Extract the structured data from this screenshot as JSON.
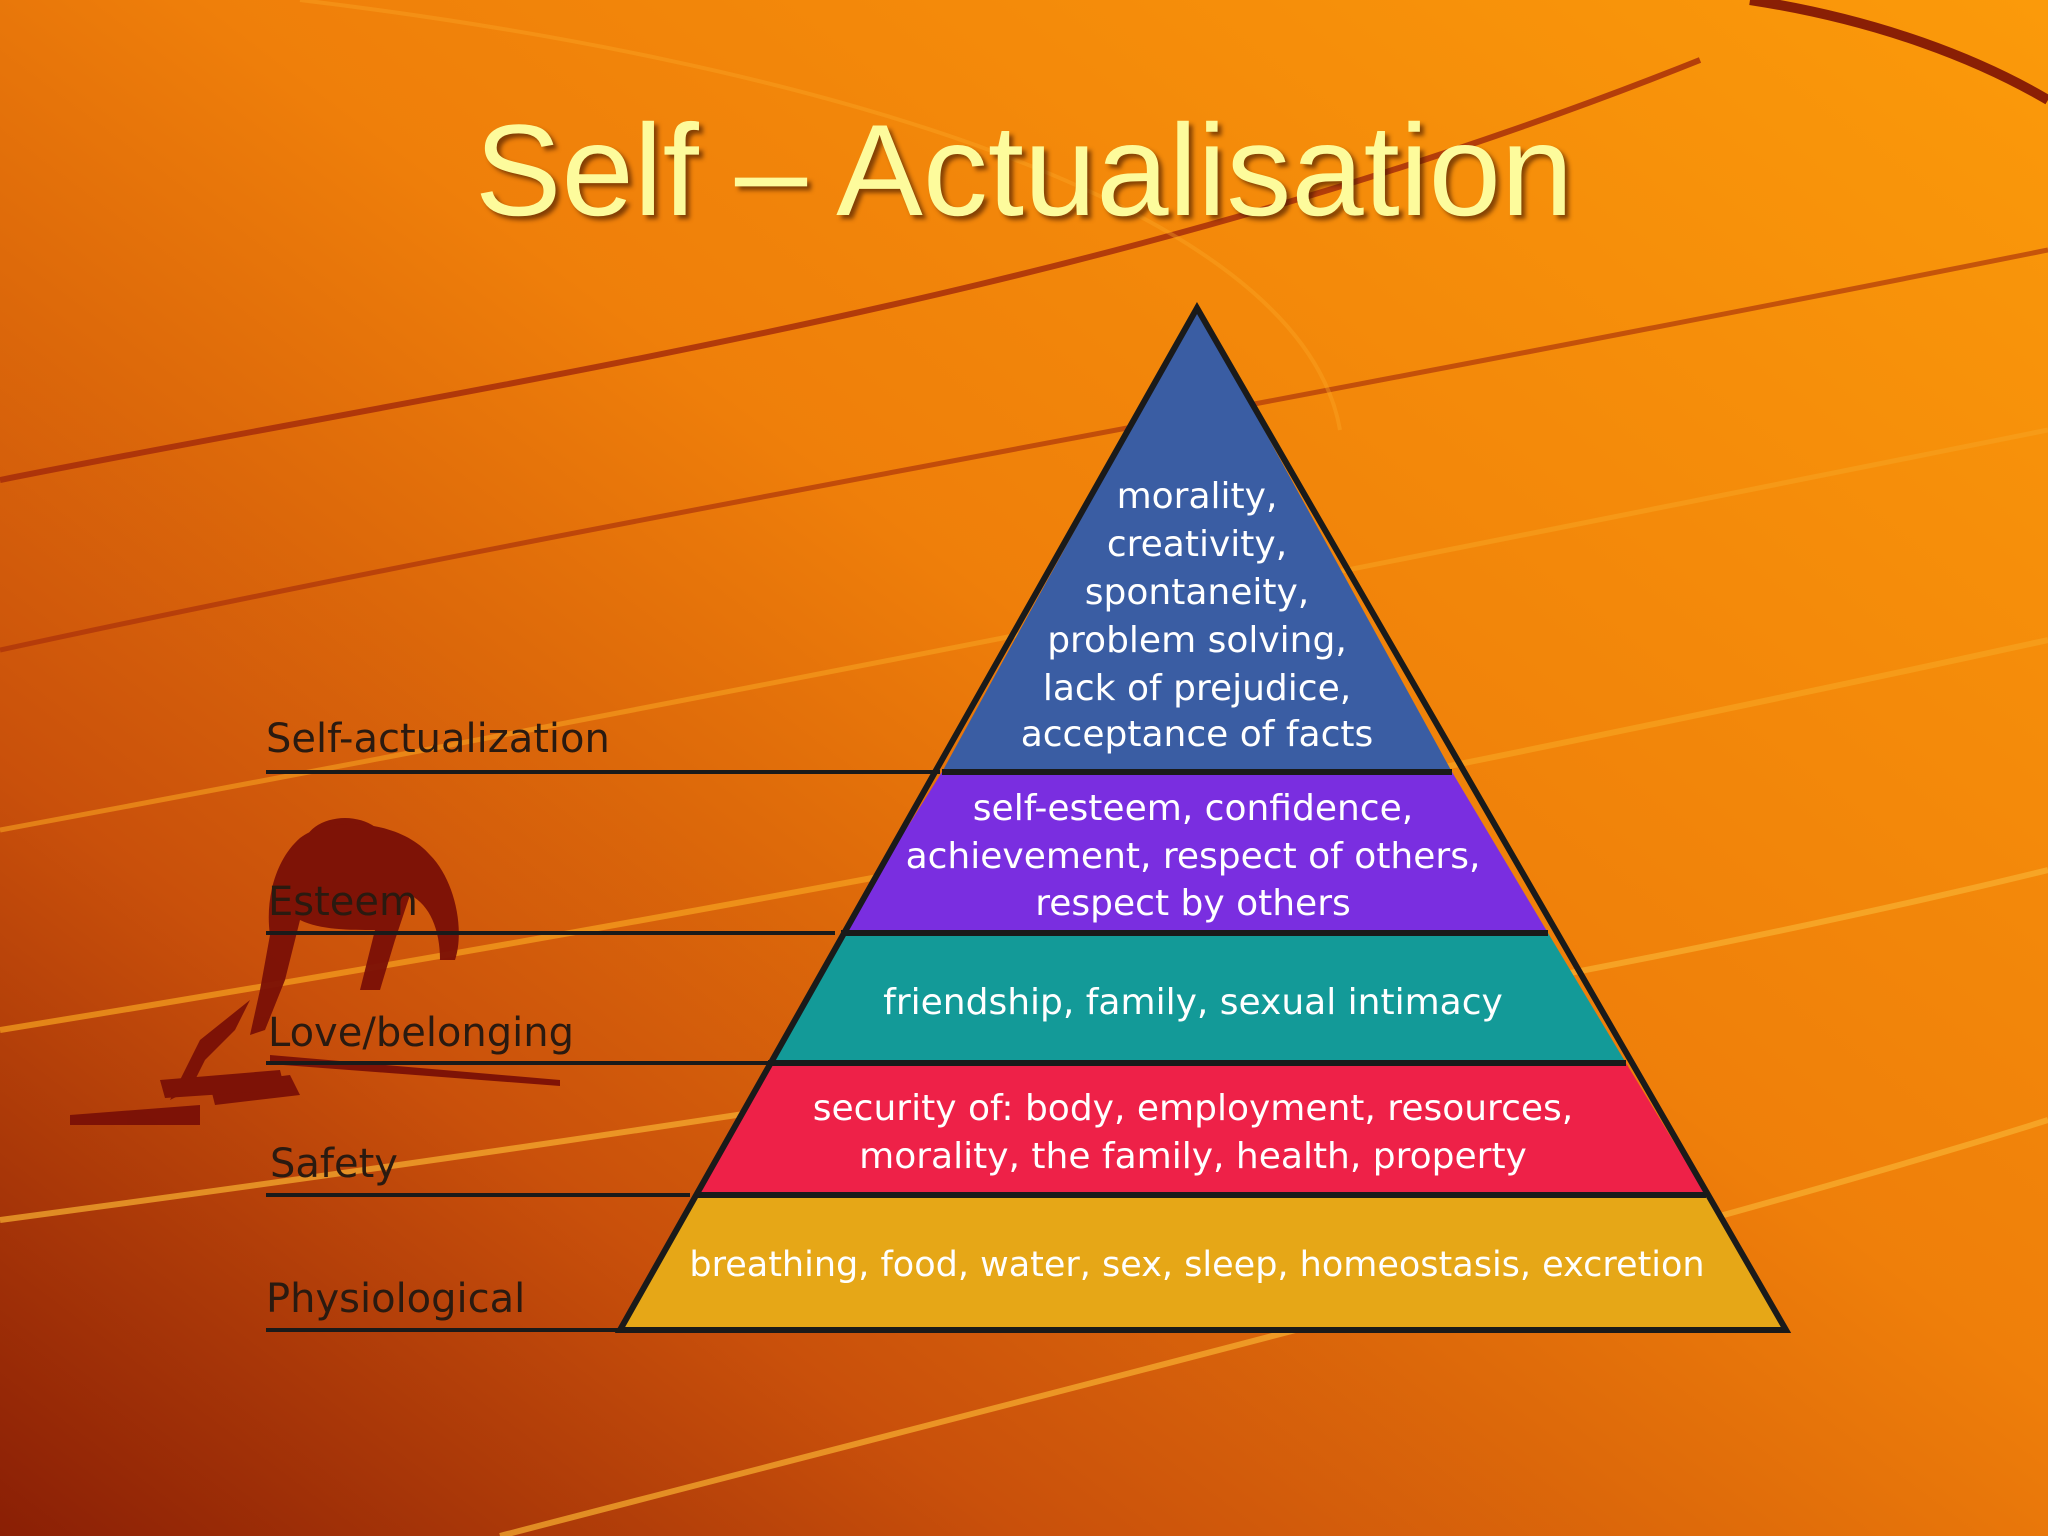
{
  "slide": {
    "title": "Self – Actualisation"
  },
  "pyramid": {
    "levels": [
      {
        "key": "self-actualization",
        "label": "Self-actualization",
        "lines": [
          "morality,",
          "creativity,",
          "spontaneity,",
          "problem solving,",
          "lack of prejudice,",
          "acceptance of facts"
        ],
        "color": "#3a5da3"
      },
      {
        "key": "esteem",
        "label": "Esteem",
        "lines": [
          "self-esteem, confidence,",
          "achievement, respect of others,",
          "respect by others"
        ],
        "color": "#7a2ee0"
      },
      {
        "key": "love-belonging",
        "label": "Love/belonging",
        "lines": [
          "friendship, family, sexual intimacy"
        ],
        "color": "#139a98"
      },
      {
        "key": "safety",
        "label": "Safety",
        "lines": [
          "security of: body, employment, resources,",
          "morality, the family, health, property"
        ],
        "color": "#ee2148"
      },
      {
        "key": "physiological",
        "label": "Physiological",
        "lines": [
          "breathing, food, water, sex, sleep, homeostasis, excretion"
        ],
        "color": "#e6a717"
      }
    ]
  },
  "colors": {
    "background_light": "#fb9a0a",
    "background_dark": "#8a1f05",
    "title": "#fdfb9c",
    "outline": "#1a1a1a",
    "runner": "#7a1006"
  },
  "icons": {
    "runner": "sprinter-silhouette-icon"
  }
}
